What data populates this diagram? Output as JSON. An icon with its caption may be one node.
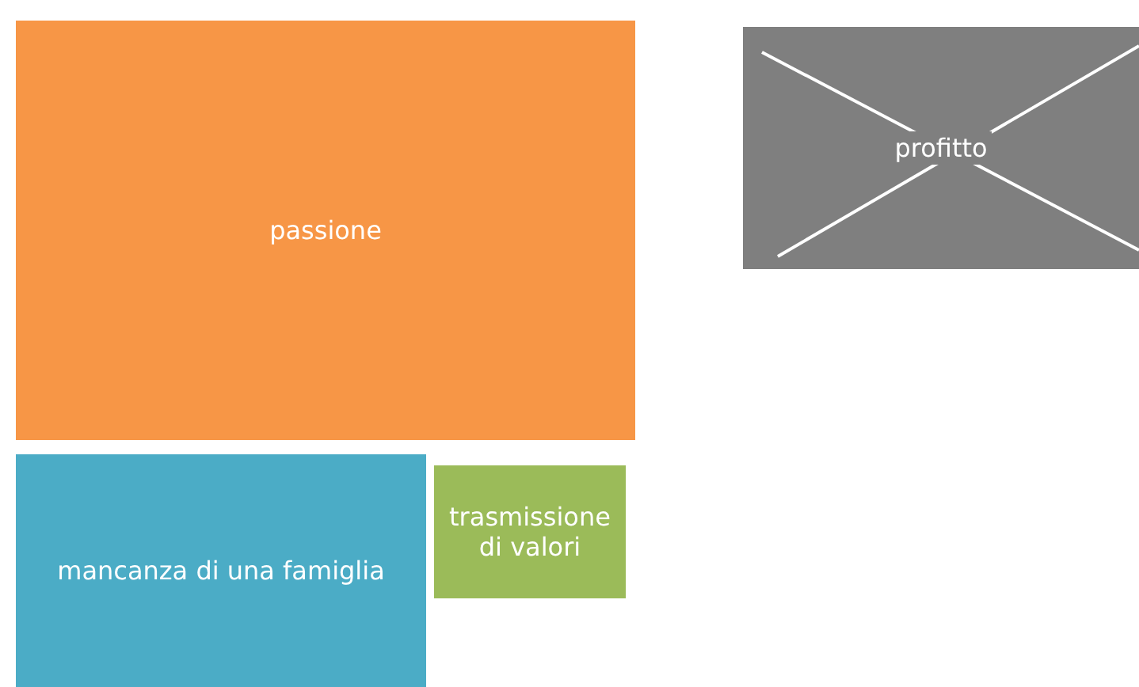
{
  "diagram": {
    "nodes": [
      {
        "text": [
          "passione"
        ]
      },
      {
        "text": [
          "profitto"
        ]
      },
      {
        "text": [
          "mancanza di una famiglia"
        ]
      },
      {
        "text": [
          "trasmissione di valori"
        ]
      }
    ]
  }
}
